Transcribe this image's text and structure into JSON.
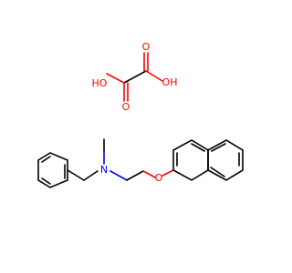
{
  "molecule": {
    "atoms": {
      "ho_left": "HO",
      "oh_right": "OH",
      "o_top": "O",
      "o_bottom": "O",
      "nitrogen": "N",
      "ether_oxygen": "O"
    },
    "colors": {
      "bond": "#000000",
      "oxygen": "#ff0000",
      "nitrogen": "#0000ff"
    }
  }
}
